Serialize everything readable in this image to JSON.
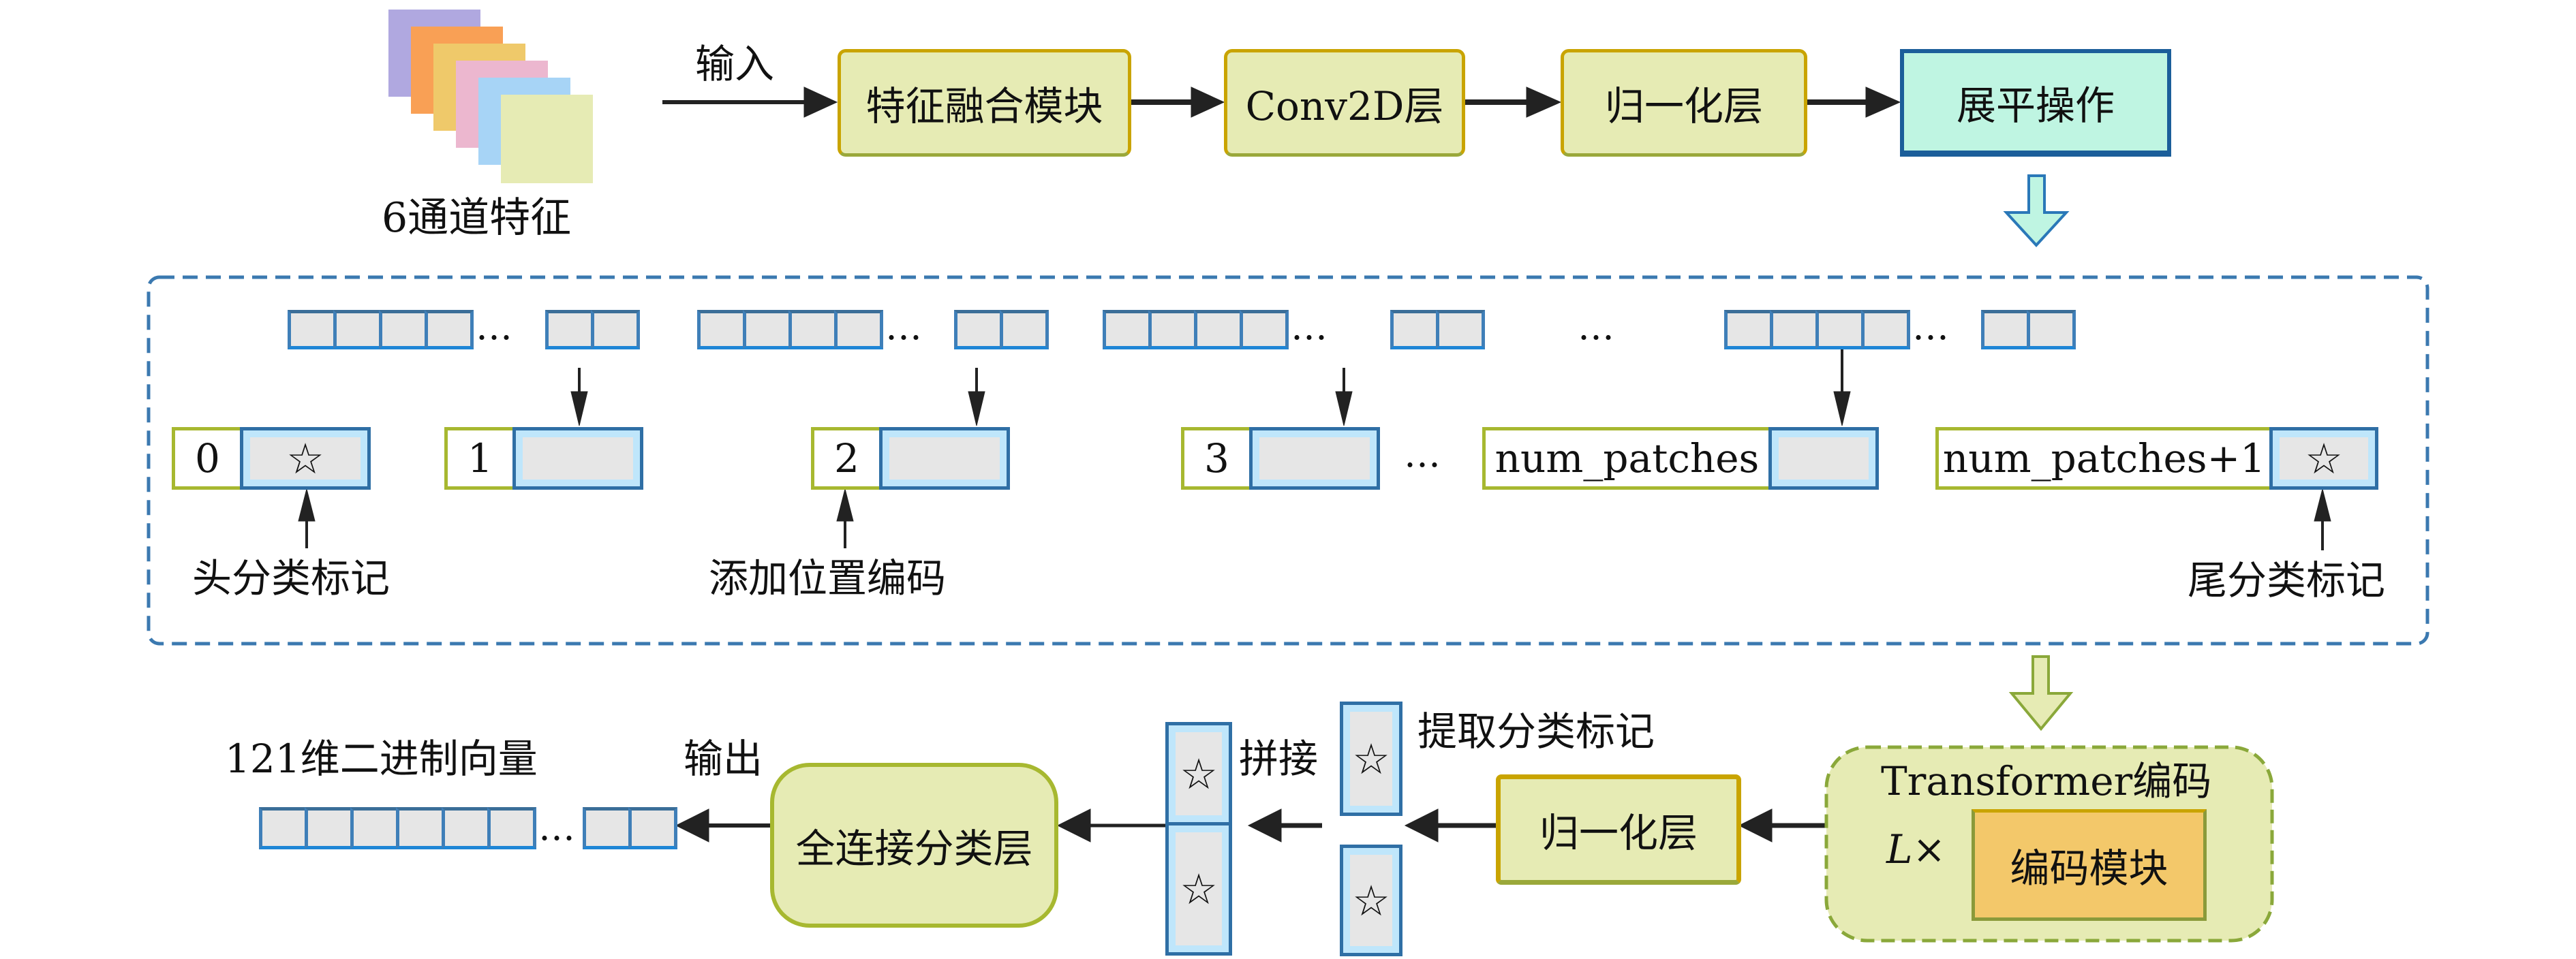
{
  "input": {
    "channels_label": "6通道特征",
    "channel_count": 6,
    "channel_colors": [
      "#b0a8e0",
      "#f9a055",
      "#efc96a",
      "#ecb7cf",
      "#a7d4f6",
      "#e6ebb4"
    ],
    "input_label": "输入"
  },
  "pipeline": {
    "feature_fusion": "特征融合模块",
    "conv2d": "Conv2D层",
    "norm": "归一化层",
    "flatten": "展平操作"
  },
  "embedding": {
    "ellipsis": "…",
    "tokens": [
      {
        "index": "0",
        "is_class_token": true
      },
      {
        "index": "1",
        "is_class_token": false
      },
      {
        "index": "2",
        "is_class_token": false
      },
      {
        "index": "3",
        "is_class_token": false
      },
      {
        "index": "num_patches",
        "is_class_token": false
      },
      {
        "index": "num_patches+1",
        "is_class_token": true
      }
    ],
    "head_token_label": "头分类标记",
    "pos_encoding_label": "添加位置编码",
    "tail_token_label": "尾分类标记"
  },
  "encoder": {
    "title": "Transformer编码",
    "repeat_label": "L×",
    "block": "编码模块"
  },
  "head": {
    "norm": "归一化层",
    "extract_label": "提取分类标记",
    "concat_label": "拼接",
    "fc": "全连接分类层",
    "output_label": "输出",
    "vector_label": "121维二进制向量"
  },
  "colors": {
    "module_fill": "#e6ebb4",
    "module_border": "#c9a400",
    "flatten_fill": "#bff5e2",
    "flatten_border": "#1b5e9a",
    "cell_fill": "#e6e6e6",
    "cell_border": "#3f7fb8",
    "dashed_border": "#3b79b0",
    "encoder_fill": "#e6ebb4",
    "encoder_border": "#8aa83a",
    "block_fill": "#f3c86a"
  }
}
